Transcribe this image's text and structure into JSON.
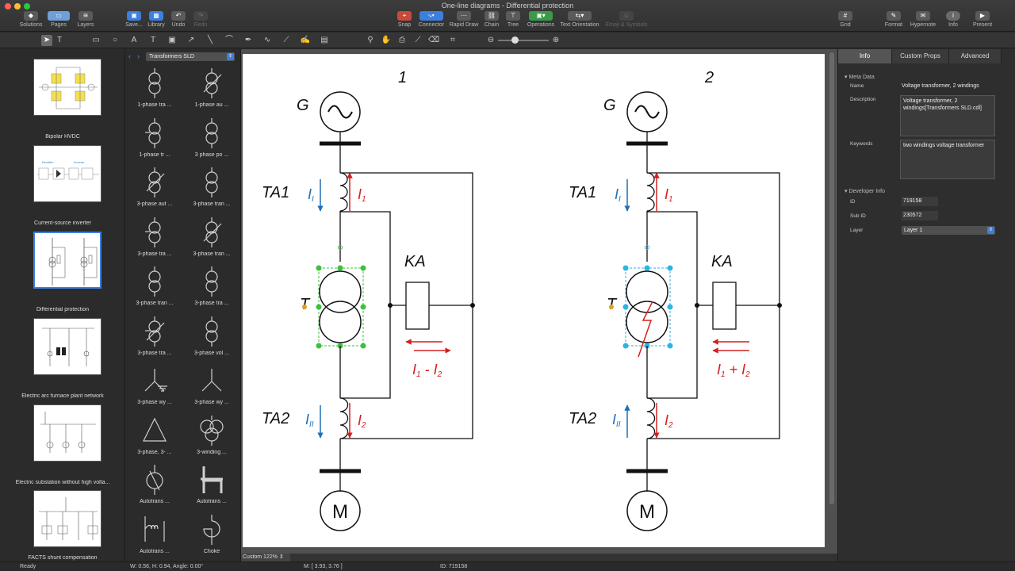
{
  "window": {
    "title": "One-line diagrams - Differential protection"
  },
  "toolbar": {
    "left": [
      {
        "id": "solutions",
        "label": "Solutions",
        "icon": "solutions-icon"
      },
      {
        "id": "pages",
        "label": "Pages",
        "icon": "pages-icon"
      },
      {
        "id": "layers",
        "label": "Layers",
        "icon": "layers-icon"
      }
    ],
    "file": [
      {
        "id": "save",
        "label": "Save...",
        "icon": "save-icon"
      },
      {
        "id": "library",
        "label": "Library",
        "icon": "library-icon"
      },
      {
        "id": "undo",
        "label": "Undo",
        "icon": "undo-icon"
      },
      {
        "id": "redo",
        "label": "Redo",
        "icon": "redo-icon"
      }
    ],
    "center": [
      {
        "id": "snap",
        "label": "Snap",
        "icon": "snap-icon"
      },
      {
        "id": "connector",
        "label": "Connector",
        "icon": "connector-icon"
      },
      {
        "id": "rapid_draw",
        "label": "Rapid Draw",
        "icon": "rapid-draw-icon"
      },
      {
        "id": "chain",
        "label": "Chain",
        "icon": "chain-icon"
      },
      {
        "id": "tree",
        "label": "Tree",
        "icon": "tree-icon"
      },
      {
        "id": "operations",
        "label": "Operations",
        "icon": "operations-icon"
      },
      {
        "id": "text_orientation",
        "label": "Text Orientation",
        "icon": "text-orientation-icon"
      },
      {
        "id": "emoji",
        "label": "Emoji & Symbols",
        "icon": "emoji-icon"
      }
    ],
    "right": [
      {
        "id": "grid",
        "label": "Grid",
        "icon": "grid-icon"
      },
      {
        "id": "format",
        "label": "Format",
        "icon": "format-icon"
      },
      {
        "id": "hypernote",
        "label": "Hypernote",
        "icon": "hypernote-icon"
      },
      {
        "id": "info",
        "label": "Info",
        "icon": "info-icon"
      },
      {
        "id": "present",
        "label": "Present",
        "icon": "present-icon"
      }
    ]
  },
  "pages_panel": {
    "pages": [
      {
        "label": "Bipolar HVDC",
        "selected": false
      },
      {
        "label": "Current-source inverter",
        "selected": false
      },
      {
        "label": "Differential protection",
        "selected": true
      },
      {
        "label": "Electric arc furnace plant network",
        "selected": false
      },
      {
        "label": "Electric substation without high volta...",
        "selected": false
      },
      {
        "label": "FACTS shunt compensation",
        "selected": false
      }
    ]
  },
  "library": {
    "selected": "Transformers SLD",
    "items": [
      {
        "label": "1-phase tra ...",
        "icon": "transformer-1phase-icon"
      },
      {
        "label": "1-phase au ...",
        "icon": "autotransformer-1phase-icon"
      },
      {
        "label": "1-phase tr ...",
        "icon": "transformer-1phase-alt-icon"
      },
      {
        "label": "3 phase po ...",
        "icon": "transformer-3phase-power-icon"
      },
      {
        "label": "3-phase aut ...",
        "icon": "autotransformer-3phase-icon"
      },
      {
        "label": "3-phase tran ...",
        "icon": "transformer-3phase-icon"
      },
      {
        "label": "3-phase tra ...",
        "icon": "transformer-3phase-delta-icon"
      },
      {
        "label": "3-phase tran ...",
        "icon": "transformer-3phase-star-icon"
      },
      {
        "label": "3-phase tran ...",
        "icon": "transformer-3phase-tap-icon"
      },
      {
        "label": "3-phase tra ...",
        "icon": "transformer-3phase-alt-icon"
      },
      {
        "label": "3-phase tra ...",
        "icon": "transformer-3phase-b-icon"
      },
      {
        "label": "3-phase vol ...",
        "icon": "transformer-3phase-voltage-icon"
      },
      {
        "label": "3-phase wy ...",
        "icon": "wye-grounded-icon"
      },
      {
        "label": "3-phase wy ...",
        "icon": "wye-icon"
      },
      {
        "label": "3-phase, 3- ...",
        "icon": "delta-icon"
      },
      {
        "label": "3-winding ...",
        "icon": "transformer-3winding-icon"
      },
      {
        "label": "Autotrans ...",
        "icon": "autotransformer-icon"
      },
      {
        "label": "Autotrans ...",
        "icon": "autotransformer-core-icon"
      },
      {
        "label": "Autotrans ...",
        "icon": "autotransformer-winding-icon"
      },
      {
        "label": "Choke",
        "icon": "choke-icon"
      }
    ]
  },
  "diagram": {
    "left": {
      "number": "1",
      "generator": "G",
      "ta1": "TA1",
      "ta2": "TA2",
      "transformer": "T",
      "relay": "KA",
      "i_primary_1": "I",
      "i_primary_1_sub": "1",
      "i_secondary_1": "I",
      "i_secondary_1_sub": "I",
      "i_primary_2": "I",
      "i_primary_2_sub": "2",
      "i_secondary_2": "I",
      "i_secondary_2_sub": "II",
      "formula_a": "I",
      "formula_a_sub": "1",
      "formula_op": " - ",
      "formula_b": "I",
      "formula_b_sub": "2",
      "motor": "M"
    },
    "right": {
      "number": "2",
      "generator": "G",
      "ta1": "TA1",
      "ta2": "TA2",
      "transformer": "T",
      "relay": "KA",
      "i_primary_1": "I",
      "i_primary_1_sub": "1",
      "i_secondary_1": "I",
      "i_secondary_1_sub": "I",
      "i_primary_2": "I",
      "i_primary_2_sub": "2",
      "i_secondary_2": "I",
      "i_secondary_2_sub": "II",
      "formula_a": "I",
      "formula_a_sub": "1",
      "formula_op": " + ",
      "formula_b": "I",
      "formula_b_sub": "2",
      "motor": "M"
    },
    "colors": {
      "red": "#d42020",
      "blue": "#1f6fb5",
      "green_handles": "#3cc13c",
      "cyan_handles": "#29b6e6"
    }
  },
  "inspector": {
    "tabs": [
      {
        "label": "Info",
        "active": true
      },
      {
        "label": "Custom Props",
        "active": false
      },
      {
        "label": "Advanced",
        "active": false
      }
    ],
    "meta_data": {
      "title": "Meta Data",
      "name_label": "Name",
      "name_value": "Voltage transformer, 2 windings",
      "description_label": "Description",
      "description_value": "Voltage transformer, 2 windings[Transformers SLD.cdl]",
      "keywords_label": "Keywords",
      "keywords_value": "two windings voltage transformer"
    },
    "developer_info": {
      "title": "Developer Info",
      "id_label": "ID",
      "id_value": "719158",
      "subid_label": "Sub ID",
      "subid_value": "230572",
      "layer_label": "Layer",
      "layer_value": "Layer 1"
    }
  },
  "canvas": {
    "zoom": "Custom 122%"
  },
  "status": {
    "ready": "Ready",
    "size": "W: 0.56,  H: 0.94,  Angle: 0.00°",
    "mouse": "M: [ 3.93, 3.76 ]",
    "id": "ID: 719158"
  }
}
